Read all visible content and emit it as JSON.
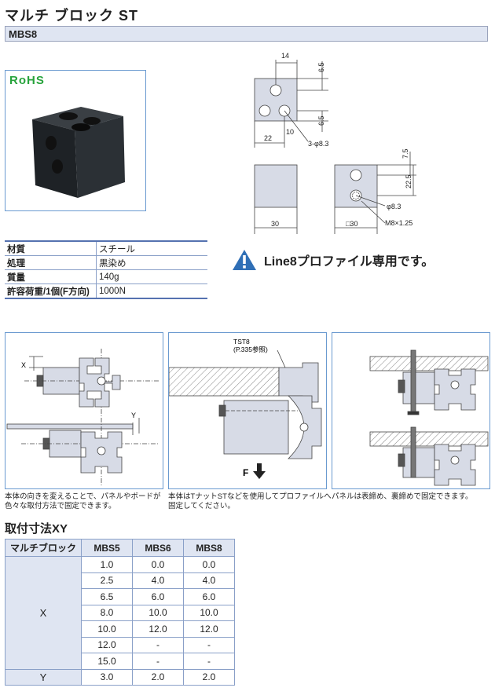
{
  "header": {
    "title": "マルチ ブロック ST",
    "model": "MBS8"
  },
  "photo": {
    "badge": "RoHS"
  },
  "drawing": {
    "dim_top_width": "14",
    "dim_right_top": "6.5",
    "dim_right_bottom": "6.5",
    "dim_center": "10",
    "dim_bottom_width": "22",
    "hole_note": "3-φ8.3",
    "dim_side_top": "7.5",
    "dim_side_height": "22.5",
    "hole_side": "φ8.3",
    "dim_front_width": "30",
    "dim_side_square": "□30",
    "thread": "M8×1.25"
  },
  "spec": {
    "rows": [
      {
        "label": "材質",
        "value": "スチール"
      },
      {
        "label": "処理",
        "value": "黒染め"
      },
      {
        "label": "質量",
        "value": "140g"
      },
      {
        "label": "許容荷重/1個(F方向)",
        "value": "1000N"
      }
    ]
  },
  "notice": {
    "text": "Line8プロファイル専用です。",
    "icon": "warning-icon"
  },
  "panels": {
    "p1": {
      "caption_1": "本体の向きを変えることで、パネルやボードが",
      "caption_2": "色々な取付方法で固定できます。",
      "label_x": "X",
      "label_y": "Y"
    },
    "p2": {
      "caption_1": "本体はTナットSTなどを使用してプロファイルへ",
      "caption_2": "固定してください。",
      "tst_label": "TST8",
      "tst_ref": "(P.335参照)",
      "force_label": "F"
    },
    "p3": {
      "caption_1": "パネルは表締め、裏締めで固定できます。"
    }
  },
  "xy": {
    "heading": "取付寸法XY",
    "columns": [
      "マルチブロック",
      "MBS5",
      "MBS6",
      "MBS8"
    ],
    "x_label": "X",
    "y_label": "Y",
    "x_rows": [
      [
        "1.0",
        "0.0",
        "0.0"
      ],
      [
        "2.5",
        "4.0",
        "4.0"
      ],
      [
        "6.5",
        "6.0",
        "6.0"
      ],
      [
        "8.0",
        "10.0",
        "10.0"
      ],
      [
        "10.0",
        "12.0",
        "12.0"
      ],
      [
        "12.0",
        "-",
        "-"
      ],
      [
        "15.0",
        "-",
        "-"
      ]
    ],
    "y_row": [
      "3.0",
      "2.0",
      "2.0"
    ]
  }
}
